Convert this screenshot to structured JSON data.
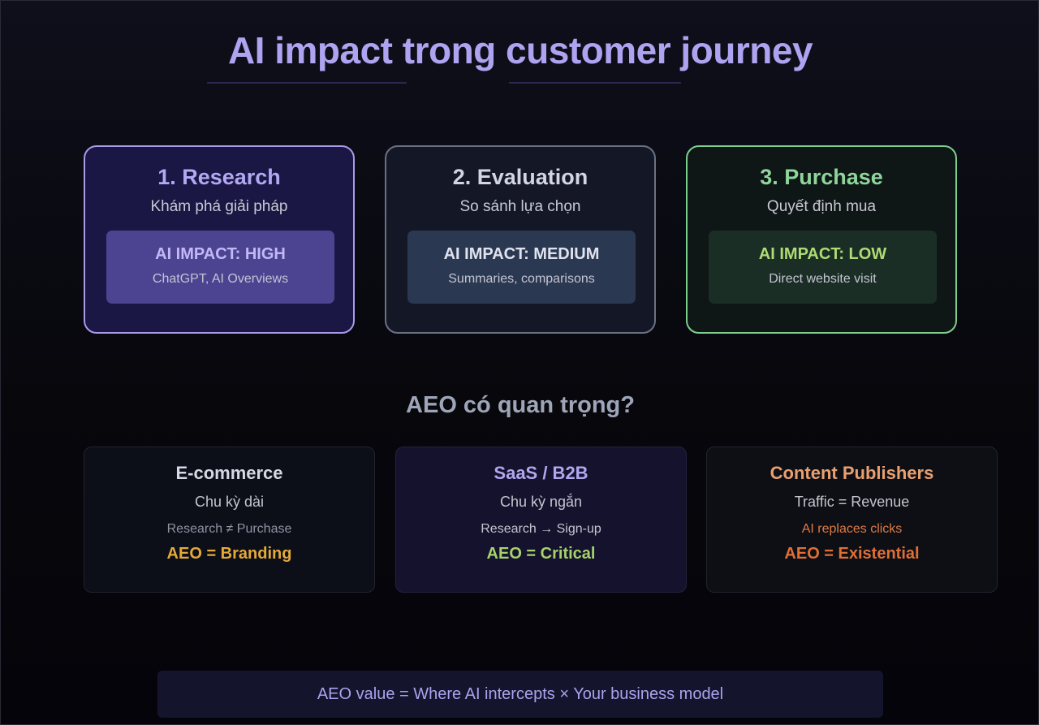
{
  "title": "AI impact trong customer journey",
  "stages": [
    {
      "title": "1. Research",
      "subtitle": "Khám phá giải pháp",
      "impact_label": "AI IMPACT: HIGH",
      "impact_detail": "ChatGPT, AI Overviews"
    },
    {
      "title": "2. Evaluation",
      "subtitle": "So sánh lựa chọn",
      "impact_label": "AI IMPACT: MEDIUM",
      "impact_detail": "Summaries, comparisons"
    },
    {
      "title": "3. Purchase",
      "subtitle": "Quyết định mua",
      "impact_label": "AI IMPACT: LOW",
      "impact_detail": "Direct website visit"
    }
  ],
  "section_heading": "AEO có quan trọng?",
  "segments": [
    {
      "title": "E-commerce",
      "cycle": "Chu kỳ dài",
      "note": "Research ≠ Purchase",
      "verdict": "AEO = Branding"
    },
    {
      "title": "SaaS / B2B",
      "cycle": "Chu kỳ ngắn",
      "note": "Research → Sign-up",
      "verdict": "AEO = Critical"
    },
    {
      "title": "Content Publishers",
      "cycle": "Traffic = Revenue",
      "note": "AI replaces clicks",
      "verdict": "AEO = Existential"
    }
  ],
  "formula": "AEO value = Where AI intercepts × Your business model",
  "colors": {
    "accent_purple": "#aea3f0",
    "high_border": "#a89be8",
    "low_border": "#7dcf8e",
    "branding": "#e5a93a",
    "critical": "#a7d26b",
    "existential": "#e06f36"
  }
}
